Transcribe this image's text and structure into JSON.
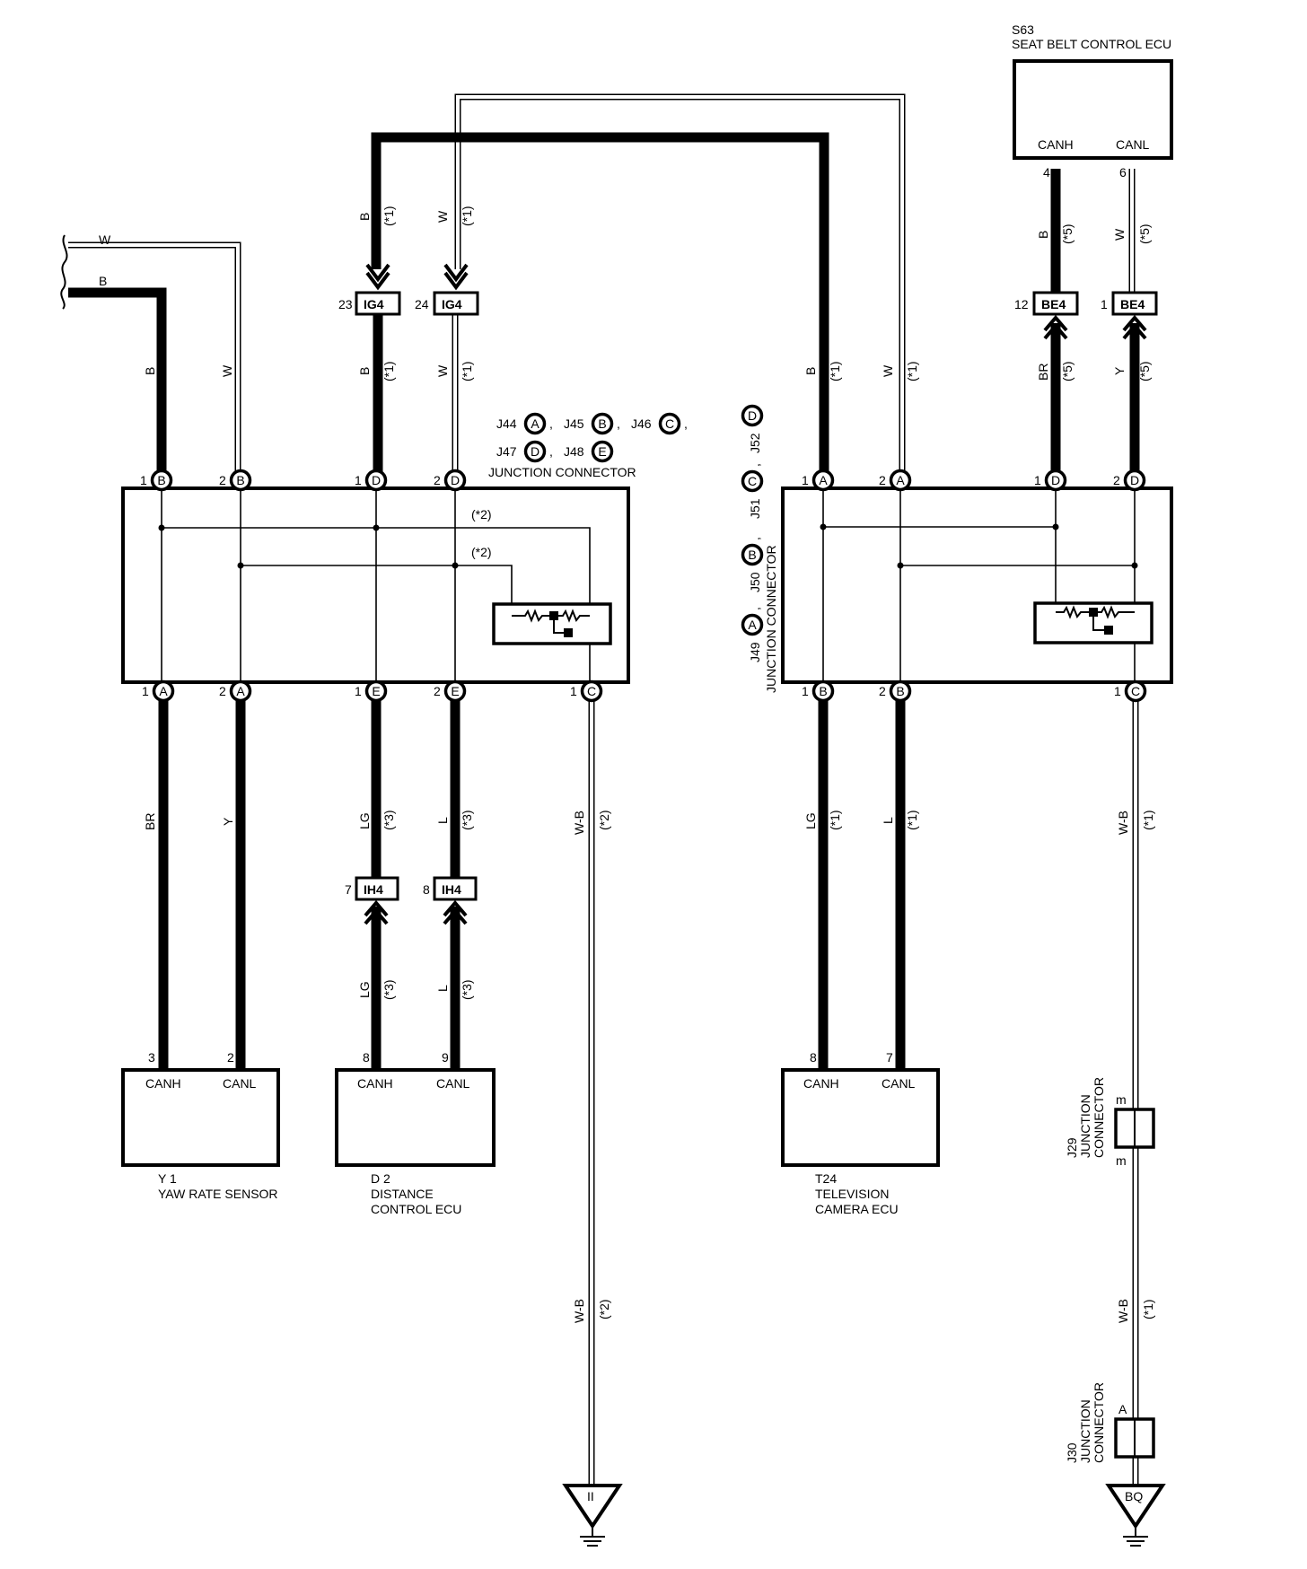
{
  "components": {
    "s63": {
      "code": "S63",
      "name": "SEAT BELT CONTROL ECU",
      "pin_h": "CANH",
      "pin_l": "CANL",
      "num_h": "4",
      "num_l": "6"
    },
    "y1": {
      "code": "Y 1",
      "name": "YAW RATE SENSOR",
      "pin_h": "CANH",
      "pin_l": "CANL",
      "num_h": "3",
      "num_l": "2"
    },
    "d2": {
      "code": "D 2",
      "name1": "DISTANCE",
      "name2": "CONTROL ECU",
      "pin_h": "CANH",
      "pin_l": "CANL",
      "num_h": "8",
      "num_l": "9"
    },
    "t24": {
      "code": "T24",
      "name1": "TELEVISION",
      "name2": "CAMERA ECU",
      "pin_h": "CANH",
      "pin_l": "CANL",
      "num_h": "8",
      "num_l": "7"
    }
  },
  "junction_left": {
    "line1": [
      "J44",
      "A",
      ",",
      "J45",
      "B",
      ",",
      "J46",
      "C",
      ","
    ],
    "line2": [
      "J47",
      "D",
      ",",
      "J48",
      "E"
    ],
    "title": "JUNCTION CONNECTOR",
    "note1": "(*2)",
    "note2": "(*2)"
  },
  "junction_right": {
    "title": "JUNCTION CONNECTOR",
    "items": [
      [
        "J49",
        "A"
      ],
      [
        "J50",
        "B"
      ],
      [
        "J51",
        "C"
      ],
      [
        "J52",
        "D"
      ]
    ],
    "comma": ","
  },
  "connectors": {
    "ig4_23": {
      "num": "23",
      "code": "IG4"
    },
    "ig4_24": {
      "num": "24",
      "code": "IG4"
    },
    "be4_12": {
      "num": "12",
      "code": "BE4"
    },
    "be4_1": {
      "num": "1",
      "code": "BE4"
    },
    "ih4_7": {
      "num": "7",
      "code": "IH4"
    },
    "ih4_8": {
      "num": "8",
      "code": "IH4"
    }
  },
  "pins": {
    "lt": [
      [
        "1",
        "B"
      ],
      [
        "2",
        "B"
      ],
      [
        "1",
        "D"
      ],
      [
        "2",
        "D"
      ]
    ],
    "lb": [
      [
        "1",
        "A"
      ],
      [
        "2",
        "A"
      ],
      [
        "1",
        "E"
      ],
      [
        "2",
        "E"
      ],
      [
        "1",
        "C"
      ]
    ],
    "rt": [
      [
        "1",
        "A"
      ],
      [
        "2",
        "A"
      ],
      [
        "1",
        "D"
      ],
      [
        "2",
        "D"
      ]
    ],
    "rb": [
      [
        "1",
        "B"
      ],
      [
        "2",
        "B"
      ],
      [
        "1",
        "C"
      ]
    ]
  },
  "wire_labels": {
    "w_top": "W",
    "b_top": "B",
    "y1_b": "B",
    "y1_w": "W",
    "ig_b_top": "B",
    "ig_b_top_n": "(*1)",
    "ig_w_top": "W",
    "ig_w_top_n": "(*1)",
    "ig_b_bot": "B",
    "ig_b_bot_n": "(*1)",
    "ig_w_bot": "W",
    "ig_w_bot_n": "(*1)",
    "r_b": "B",
    "r_b_n": "(*1)",
    "r_w": "W",
    "r_w_n": "(*1)",
    "s63_b": "B",
    "s63_b_n": "(*5)",
    "s63_w": "W",
    "s63_w_n": "(*5)",
    "be_br": "BR",
    "be_br_n": "(*5)",
    "be_y": "Y",
    "be_y_n": "(*5)",
    "y1_br": "BR",
    "y1_y": "Y",
    "d2_lg": "LG",
    "d2_lg_n": "(*3)",
    "d2_l": "L",
    "d2_l_n": "(*3)",
    "d2_lg2": "LG",
    "d2_lg2_n": "(*3)",
    "d2_l2": "L",
    "d2_l2_n": "(*3)",
    "wb1": "W-B",
    "wb1_n": "(*2)",
    "wb2": "W-B",
    "wb2_n": "(*2)",
    "t24_lg": "LG",
    "t24_lg_n": "(*1)",
    "t24_l": "L",
    "t24_l_n": "(*1)",
    "wb3": "W-B",
    "wb3_n": "(*1)",
    "wb4": "W-B",
    "wb4_n": "(*1)"
  },
  "j29": {
    "code": "J29",
    "line1": "JUNCTION",
    "line2": "CONNECTOR",
    "pin_top": "m",
    "pin_bot": "m"
  },
  "j30": {
    "code": "J30",
    "line1": "JUNCTION",
    "line2": "CONNECTOR",
    "pin_top": "A"
  },
  "grounds": {
    "left": "II",
    "right": "BQ"
  }
}
